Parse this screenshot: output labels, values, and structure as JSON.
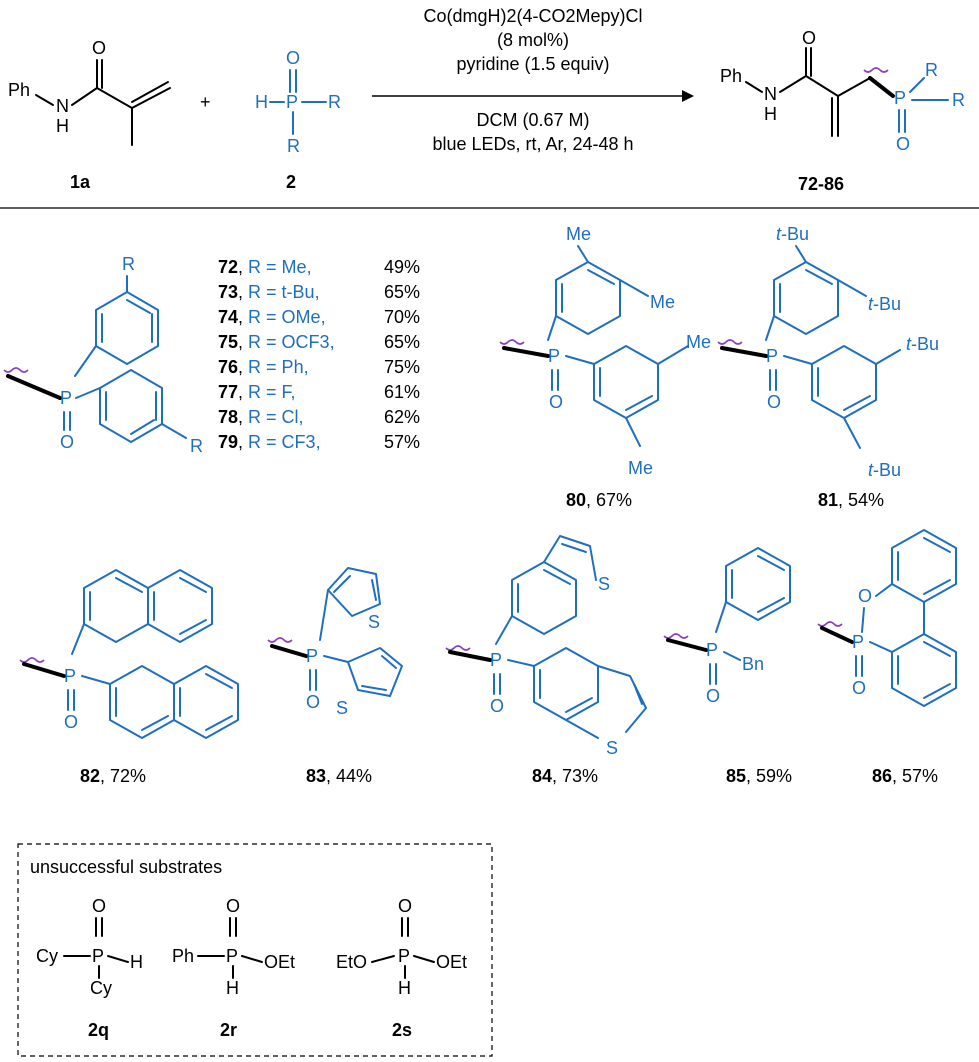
{
  "reaction": {
    "conditions": [
      "Co(dmgH)2(4-CO2Mepy)Cl",
      "(8 mol%)",
      "pyridine (1.5 equiv)",
      "DCM (0.67 M)",
      "blue LEDs, rt, Ar, 24-48 h"
    ],
    "reactant1_label": "1a",
    "reactant2_label": "2",
    "product_label": "72-86",
    "plus": "+"
  },
  "series": [
    {
      "num": "72",
      "r": "R = Me,",
      "yield": "49%"
    },
    {
      "num": "73",
      "r": "R = t-Bu,",
      "yield": "65%"
    },
    {
      "num": "74",
      "r": "R = OMe,",
      "yield": "70%"
    },
    {
      "num": "75",
      "r": "R = OCF3,",
      "yield": "65%"
    },
    {
      "num": "76",
      "r": "R = Ph,",
      "yield": "75%"
    },
    {
      "num": "77",
      "r": "R = F,",
      "yield": "61%"
    },
    {
      "num": "78",
      "r": "R = Cl,",
      "yield": "62%"
    },
    {
      "num": "79",
      "r": "R = CF3,",
      "yield": "57%"
    }
  ],
  "products": [
    {
      "num": "80",
      "yield": ", 67%"
    },
    {
      "num": "81",
      "yield": ", 54%"
    },
    {
      "num": "82",
      "yield": ", 72%"
    },
    {
      "num": "83",
      "yield": ", 44%"
    },
    {
      "num": "84",
      "yield": ", 73%"
    },
    {
      "num": "85",
      "yield": ", 59%"
    },
    {
      "num": "86",
      "yield": ", 57%"
    }
  ],
  "unsuccessful": {
    "title": "unsuccessful substrates",
    "labels": [
      "2q",
      "2r",
      "2s"
    ]
  },
  "atoms": {
    "Ph": "Ph",
    "N": "N",
    "H": "H",
    "O": "O",
    "P": "P",
    "R": "R",
    "Me": "Me",
    "tBu_t": "t",
    "tBu_rest": "-Bu",
    "S": "S",
    "Bn": "Bn",
    "Cy": "Cy",
    "OEt": "OEt",
    "EtO": "EtO"
  },
  "colors": {
    "substrate_blue": "#1f6fbf",
    "bond_black": "#000000",
    "wavy_purple": "#8a3fc6"
  }
}
